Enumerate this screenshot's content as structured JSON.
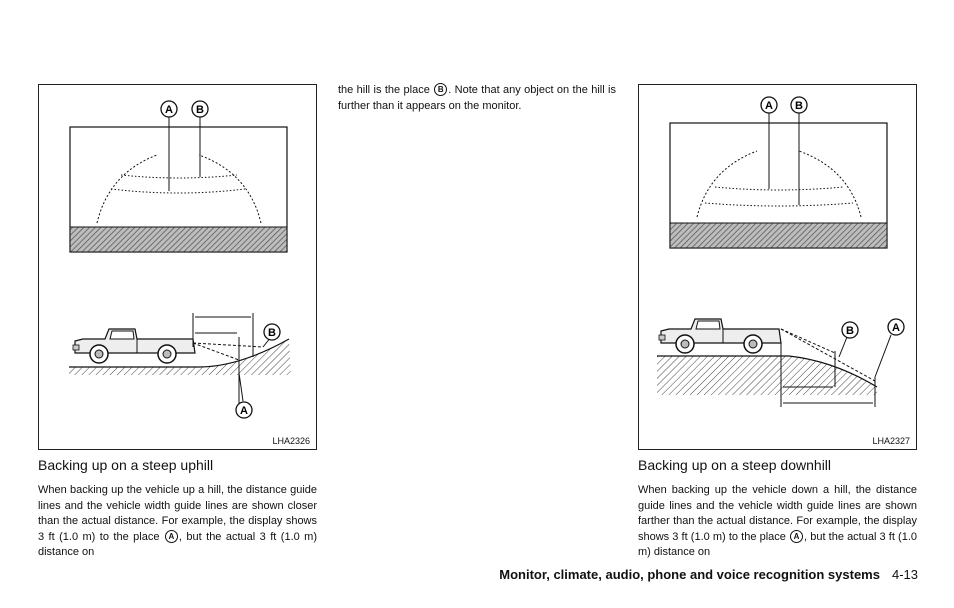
{
  "figures": [
    {
      "id": "LHA2326",
      "callout_a": "A",
      "callout_b": "B"
    },
    {
      "id": "LHA2327",
      "callout_a": "A",
      "callout_b": "B"
    }
  ],
  "left": {
    "heading": "Backing up on a steep uphill",
    "p1": "When backing up the vehicle up a hill, the distance guide lines and the vehicle width guide lines are shown closer than the actual distance. For example, the display shows 3 ft (1.0 m) to the",
    "p2_pre": "place",
    "p2_mark": "A",
    "p2_post": ", but the actual 3 ft (1.0 m) distance on"
  },
  "middle": {
    "pre": "the hill is the place",
    "mark": "B",
    "post": ". Note that any object on the hill is further than it appears on the monitor."
  },
  "right": {
    "heading": "Backing up on a steep downhill",
    "p1": "When backing up the vehicle down a hill, the distance guide lines and the vehicle width guide lines are shown farther than the actual distance. For example, the display shows 3 ft (1.0 m) to the",
    "p2_pre": "place",
    "p2_mark": "A",
    "p2_post": ", but the actual 3 ft (1.0 m) distance on"
  },
  "footer": {
    "section": "Monitor, climate, audio, phone and voice recognition systems",
    "page": "4-13"
  }
}
